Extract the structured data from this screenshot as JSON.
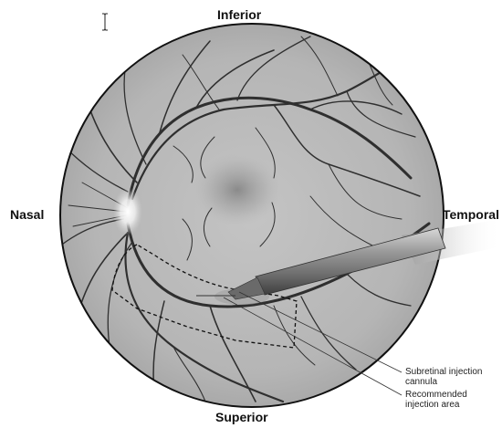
{
  "orientation": {
    "top": "Inferior",
    "bottom": "Superior",
    "left": "Nasal",
    "right": "Temporal"
  },
  "callouts": {
    "cannula": {
      "line1": "Subretinal injection",
      "line2": "cannula"
    },
    "area": {
      "line1": "Recommended",
      "line2": "injection area"
    }
  },
  "icons": {
    "cursor": "text-cursor-icon"
  },
  "colors": {
    "fundus": "#b8b8b8",
    "vessel": "#2f2f2f",
    "outline": "#111111",
    "macula": "#8c8c8c"
  }
}
